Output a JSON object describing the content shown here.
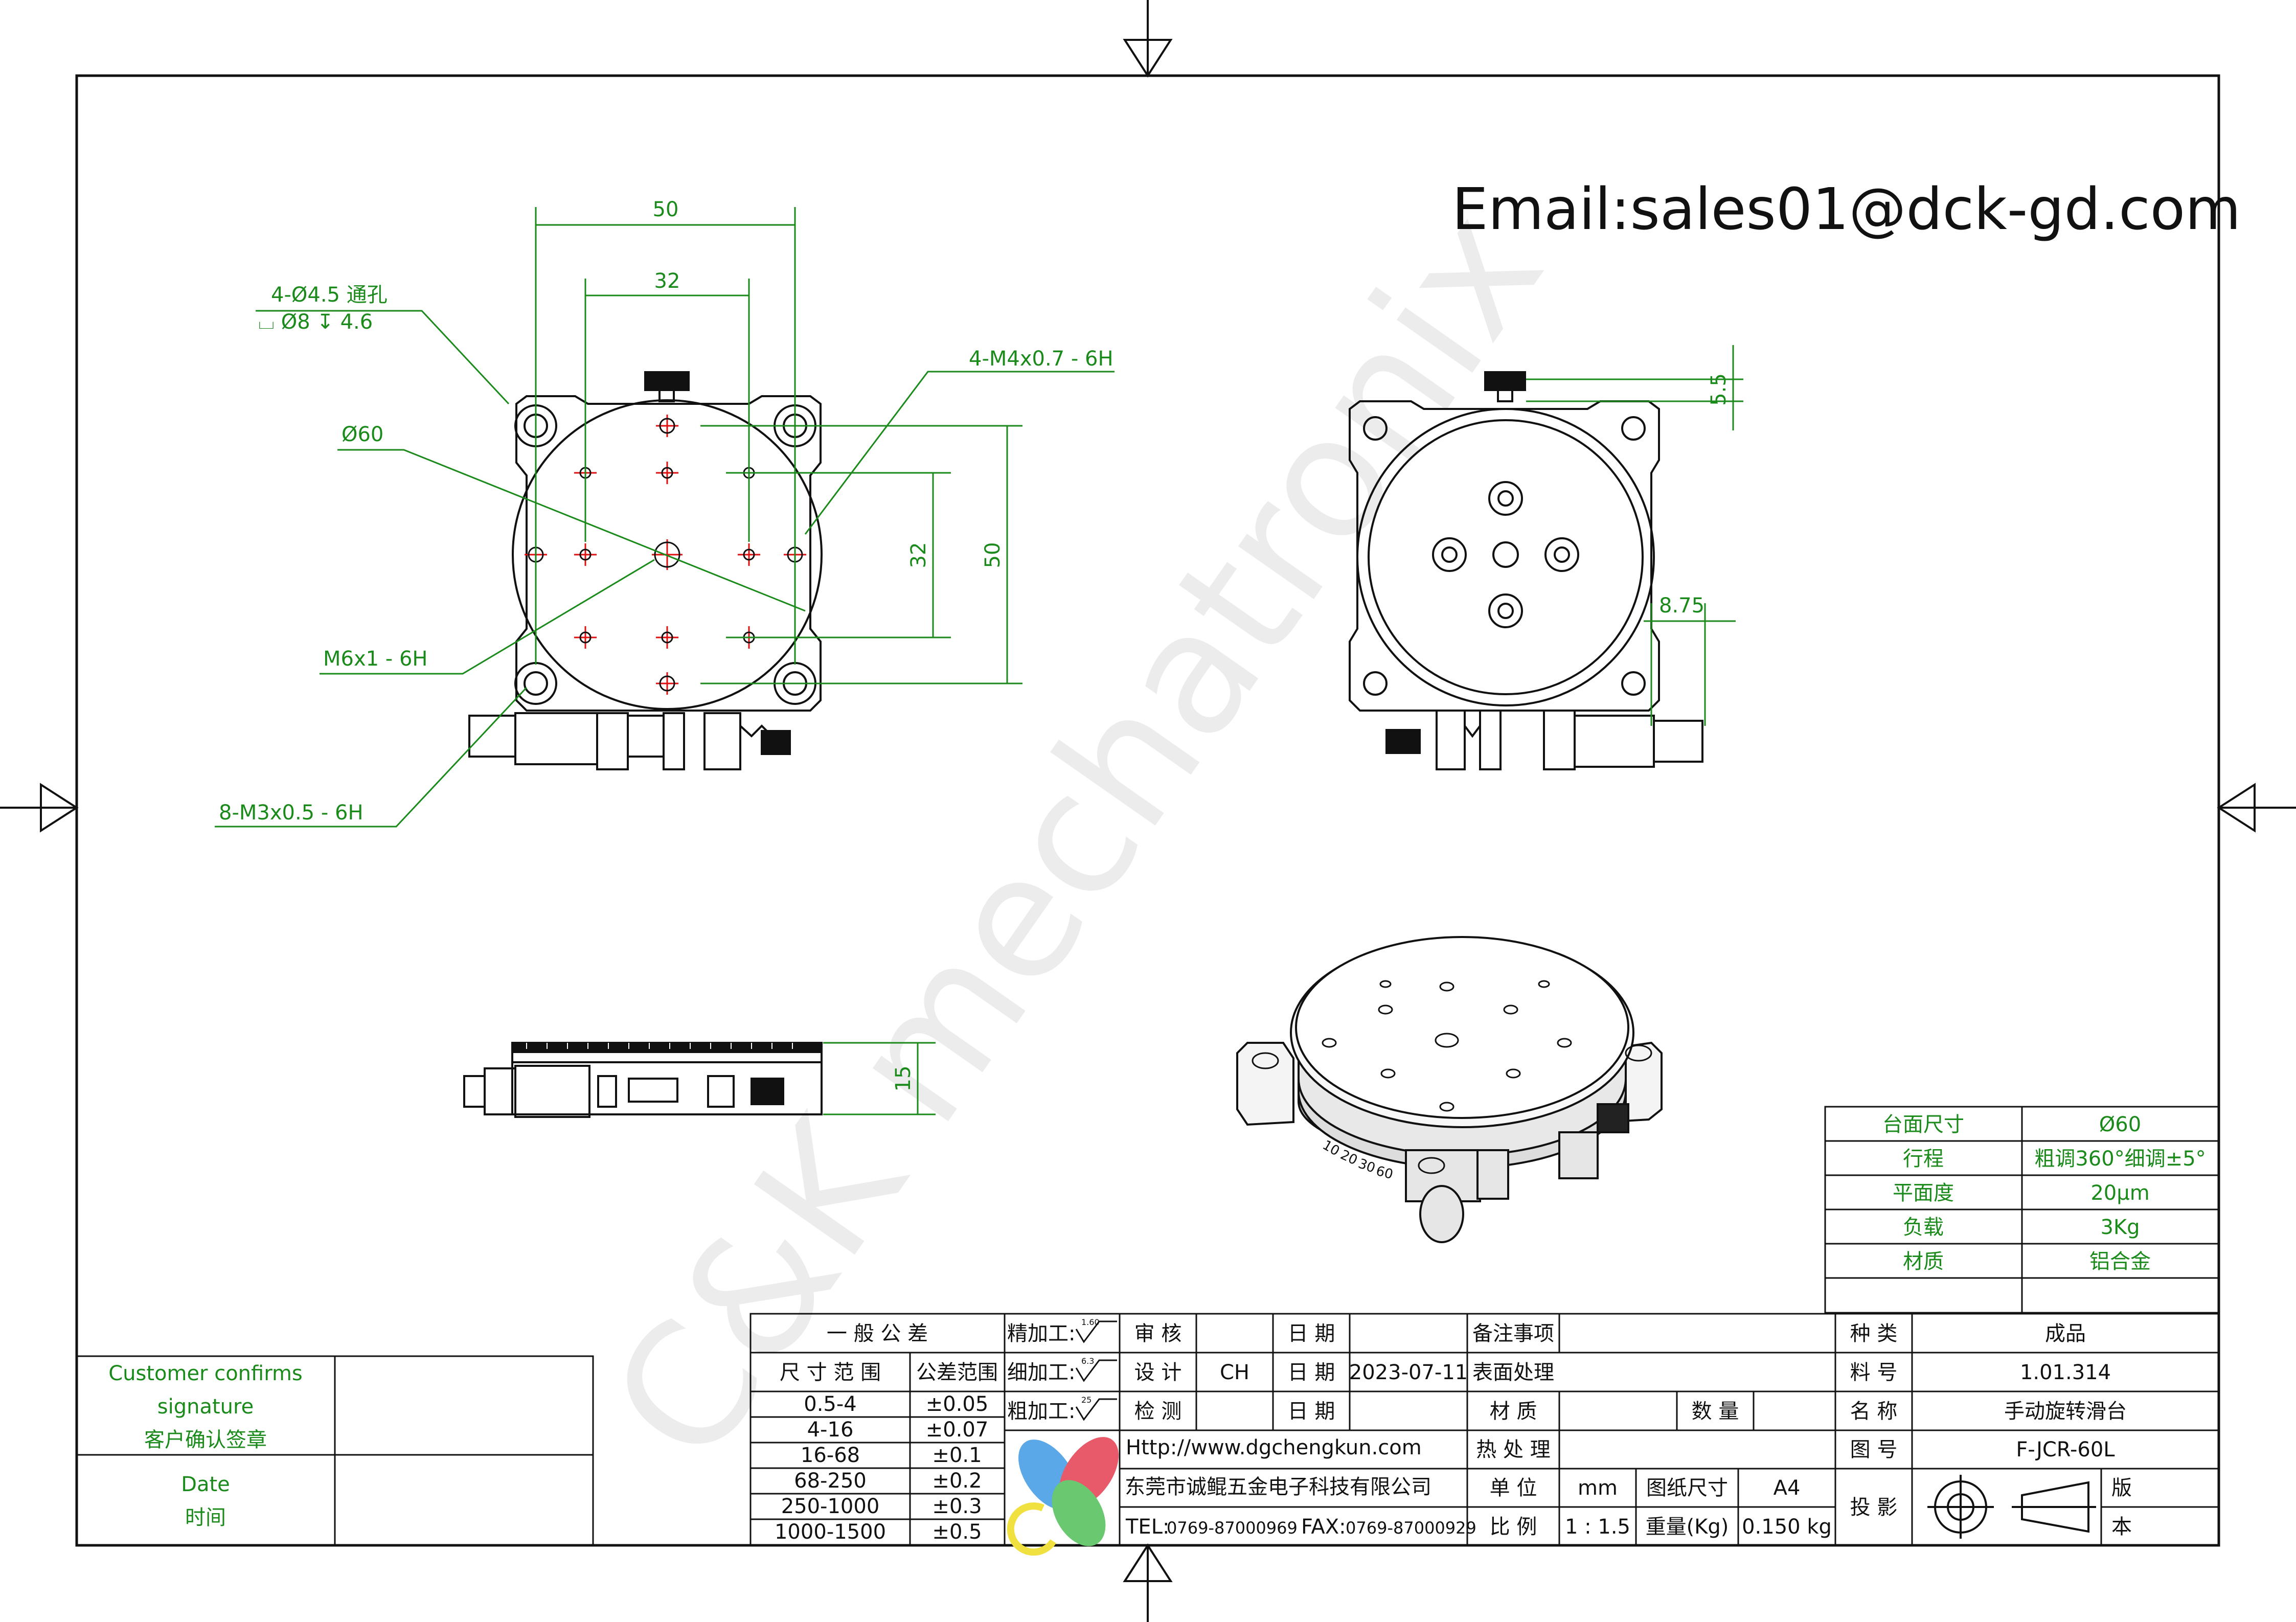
{
  "email": "Email:sales01@dck-gd.com",
  "watermark": "C&K mechatronix",
  "dimensions": {
    "top_50": "50",
    "top_32": "32",
    "right_32": "32",
    "right_50": "50",
    "thru_hole_callout_1": "4-Ø4.5 通孔",
    "thru_hole_callout_2": "⌴ Ø8 ↧ 4.6",
    "m4_callout": "4-M4x0.7 - 6H",
    "dia_callout": "Ø60",
    "m6_callout": "M6x1 - 6H",
    "m3_callout": "8-M3x0.5 - 6H",
    "dim_5_5": "5.5",
    "dim_8_75": "8.75",
    "dim_15": "15"
  },
  "spec_table": [
    {
      "label": "台面尺寸",
      "value": "Ø60"
    },
    {
      "label": "行程",
      "value": "粗调360°细调±5°"
    },
    {
      "label": "平面度",
      "value": "20μm"
    },
    {
      "label": "负载",
      "value": "3Kg"
    },
    {
      "label": "材质",
      "value": "铝合金"
    },
    {
      "label": "",
      "value": ""
    }
  ],
  "customer": {
    "confirm_1": "Customer confirms",
    "confirm_2": "signature",
    "confirm_3": "客户确认签章",
    "date_1": "Date",
    "date_2": "时间"
  },
  "tolerance": {
    "title": "一 般 公 差",
    "col1": "尺 寸 范 围",
    "col2": "公差范围",
    "rows": [
      {
        "range": "0.5-4",
        "tol": "±0.05"
      },
      {
        "range": "4-16",
        "tol": "±0.07"
      },
      {
        "range": "16-68",
        "tol": "±0.1"
      },
      {
        "range": "68-250",
        "tol": "±0.2"
      },
      {
        "range": "250-1000",
        "tol": "±0.3"
      },
      {
        "range": "1000-1500",
        "tol": "±0.5"
      }
    ]
  },
  "finish": {
    "fine": "精加工:",
    "fine_sym": "1.60",
    "medium": "细加工:",
    "medium_sym": "6.3",
    "rough": "粗加工:",
    "rough_sym": "25"
  },
  "approval": {
    "review": "审 核",
    "design": "设 计",
    "designer": "CH",
    "inspect": "检 测",
    "date": "日 期",
    "design_date": "2023-07-11"
  },
  "notes": {
    "notes": "备注事项",
    "surface": "表面处理",
    "material": "材 质",
    "quantity": "数 量",
    "heat": "热 处 理",
    "unit": "单 位",
    "unit_val": "mm",
    "paper": "图纸尺寸",
    "paper_val": "A4",
    "scale": "比 例",
    "scale_val": "1 : 1.5",
    "weight": "重量(Kg)",
    "weight_val": "0.150 kg"
  },
  "company": {
    "url": "Http://www.dgchengkun.com",
    "name": "东莞市诚鲲五金电子科技有限公司",
    "tel_label": "TEL:",
    "tel": "0769-87000969",
    "fax_label": "FAX:",
    "fax": "0769-87000929"
  },
  "product": {
    "type_label": "种 类",
    "type_val": "成品",
    "part_label": "料 号",
    "part_val": "1.01.314",
    "name_label": "名 称",
    "name_val": "手动旋转滑台",
    "drawing_label": "图 号",
    "drawing_val": "F-JCR-60L",
    "projection_label": "投 影",
    "rev_1": "版",
    "rev_2": "本"
  },
  "dial_numbers": [
    "10",
    "20",
    "30",
    "60"
  ],
  "colors": {
    "dimension": "#1a8a1a",
    "hole_center": "#e01010",
    "line": "#111111",
    "watermark": "#e6e6e6"
  }
}
